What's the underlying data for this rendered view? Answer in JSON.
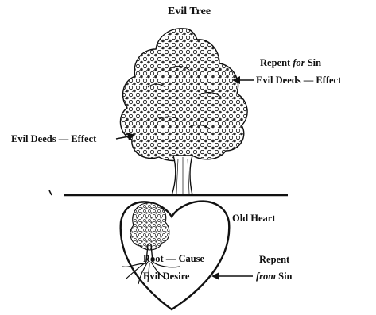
{
  "diagram": {
    "title": "Evil Tree",
    "labels": {
      "repent_for_sin": {
        "prefix": "Repent",
        "emphasis": "for",
        "suffix": "Sin"
      },
      "evil_deeds_right": "Evil Deeds — Effect",
      "evil_deeds_left": "Evil Deeds — Effect",
      "old_heart": "Old Heart",
      "root_cause": "Root — Cause",
      "evil_desire": "Evil Desire",
      "repent_from_sin": {
        "line1": "Repent",
        "emphasis": "from",
        "suffix": "Sin"
      }
    },
    "colors": {
      "ink": "#111111",
      "background": "#ffffff"
    }
  }
}
